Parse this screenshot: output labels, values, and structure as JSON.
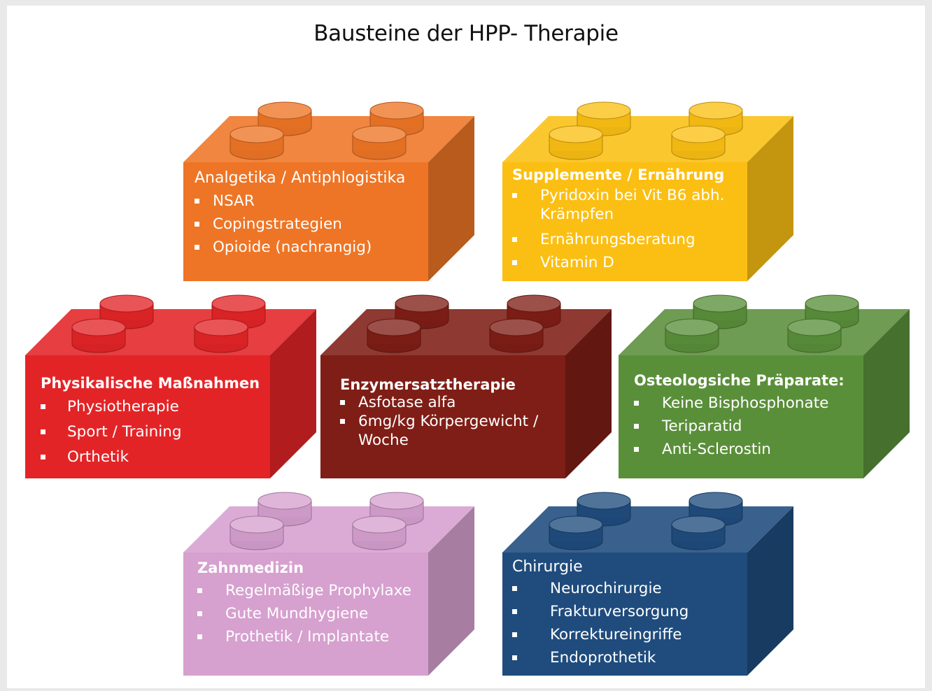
{
  "title": "Bausteine der HPP- Therapie",
  "bricks": [
    {
      "heading": "Analgetika / Antiphlogistika",
      "items": [
        "NSAR",
        "Copingstrategien",
        "Opioide (nachrangig)"
      ]
    },
    {
      "heading": "Supplemente / Ernährung",
      "items": [
        "Pyridoxin bei Vit B6 abh. Krämpfen",
        "Ernährungsberatung",
        "Vitamin D"
      ]
    },
    {
      "heading": "Physikalische Maßnahmen",
      "items": [
        "Physiotherapie",
        "Sport / Training",
        "Orthetik"
      ]
    },
    {
      "heading": "Enzymersatztherapie",
      "items": [
        "Asfotase alfa",
        "6mg/kg Körpergewicht / Woche"
      ]
    },
    {
      "heading": "Osteologsiche Präparate:",
      "items": [
        "Keine Bisphosphonate",
        "Teriparatid",
        "Anti-Sclerostin"
      ]
    },
    {
      "heading": "Zahnmedizin",
      "items": [
        "Regelmäßige Prophylaxe",
        "Gute Mundhygiene",
        "Prothetik / Implantate"
      ]
    },
    {
      "heading": "Chirurgie",
      "items": [
        "Neurochirurgie",
        "Frakturversorgung",
        "Korrektureingriffe",
        "Endoprothetik"
      ]
    }
  ],
  "colors": {
    "orange": "#ee7526",
    "yellow": "#fbbf13",
    "red": "#e32427",
    "maroon": "#7f1e16",
    "green": "#5a8f3a",
    "lilac": "#d6a0cf",
    "navy": "#1f4c7d"
  }
}
